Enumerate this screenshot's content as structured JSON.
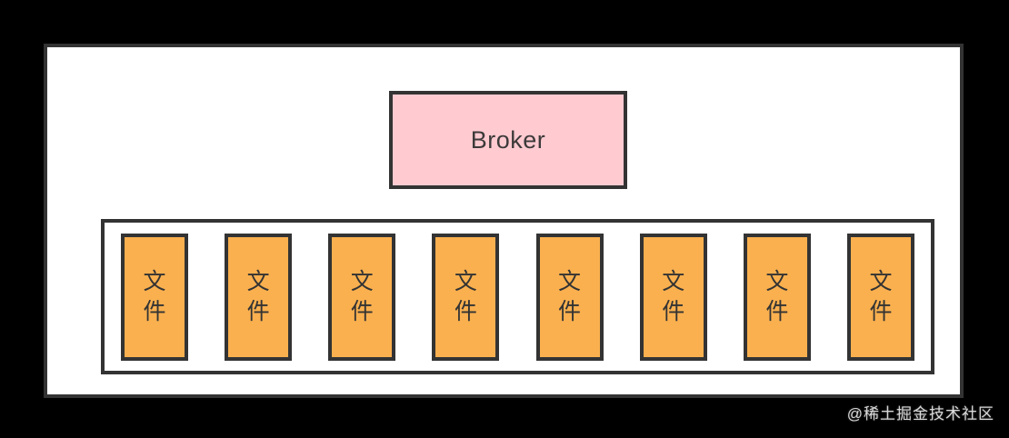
{
  "canvas": {
    "background_color": "#000000"
  },
  "diagram": {
    "border_color": "#333333",
    "panel_fill": "#ffffff",
    "broker": {
      "label": "Broker",
      "fill_color": "#ffcbd1",
      "text_color": "#3d3a3a"
    },
    "file_row": {
      "count": 8,
      "file_label": "文件",
      "fill_color": "#fab04f",
      "text_color": "#333333"
    }
  },
  "watermark": {
    "text": "@稀土掘金技术社区",
    "color": "#ffffff"
  }
}
